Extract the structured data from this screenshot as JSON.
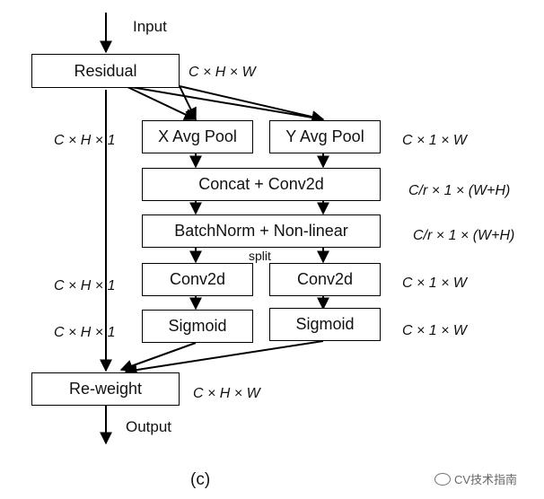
{
  "labels": {
    "input": "Input",
    "output": "Output",
    "caption": "(c)",
    "split": "split"
  },
  "boxes": {
    "residual": "Residual",
    "x_pool": "X Avg Pool",
    "y_pool": "Y Avg Pool",
    "concat": "Concat + Conv2d",
    "batchnorm": "BatchNorm + Non-linear",
    "conv_left": "Conv2d",
    "conv_right": "Conv2d",
    "sig_left": "Sigmoid",
    "sig_right": "Sigmoid",
    "reweight": "Re-weight"
  },
  "dims": {
    "residual": "C × H × W",
    "left_1": "C × H × 1",
    "left_2": "C × H × 1",
    "left_3": "C × H × 1",
    "pool": "C × 1 × W",
    "concat": "C/r × 1 × (W+H)",
    "batchnorm": "C/r × 1 × (W+H)",
    "conv": "C × 1 × W",
    "sigmoid": "C × 1 × W",
    "reweight": "C × H × W"
  },
  "watermark": "CV技术指南"
}
